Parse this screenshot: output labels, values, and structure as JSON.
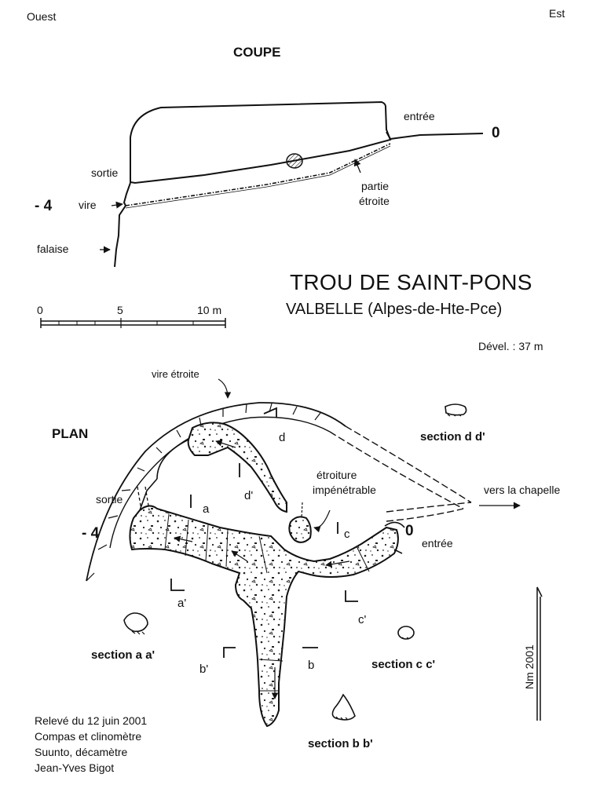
{
  "orientation": {
    "west": "Ouest",
    "east": "Est"
  },
  "section": {
    "title": "COUPE",
    "labels": {
      "entree": "entrée",
      "depth_zero": "0",
      "sortie": "sortie",
      "depth_minus4": "- 4",
      "vire": "vire",
      "partie": "partie",
      "etroite": "étroite",
      "falaise": "falaise"
    }
  },
  "header": {
    "title": "TROU DE SAINT-PONS",
    "location": "VALBELLE (Alpes-de-Hte-Pce)",
    "development": "Dével. : 37 m"
  },
  "scale": {
    "labels": [
      "0",
      "5",
      "10 m"
    ]
  },
  "plan": {
    "title": "PLAN",
    "labels": {
      "vire_etroite": "vire étroite",
      "sortie": "sortie",
      "depth_minus4": "- 4",
      "depth_zero": "0",
      "entree": "entrée",
      "etroiture_1": "étroiture",
      "etroiture_2": "impénétrable",
      "vers_chapelle": "vers la chapelle",
      "a": "a",
      "a_prime": "a'",
      "b": "b",
      "b_prime": "b'",
      "c": "c",
      "c_prime": "c'",
      "d": "d",
      "d_prime": "d'"
    },
    "sections": {
      "a": "section a  a'",
      "b": "section b  b'",
      "c": "section c  c'",
      "d": "section d  d'"
    }
  },
  "north_label": "Nm 2001",
  "credits": [
    "Relevé du 12 juin 2001",
    "Compas et clinomètre",
    "Suunto, décamètre",
    "Jean-Yves Bigot"
  ]
}
